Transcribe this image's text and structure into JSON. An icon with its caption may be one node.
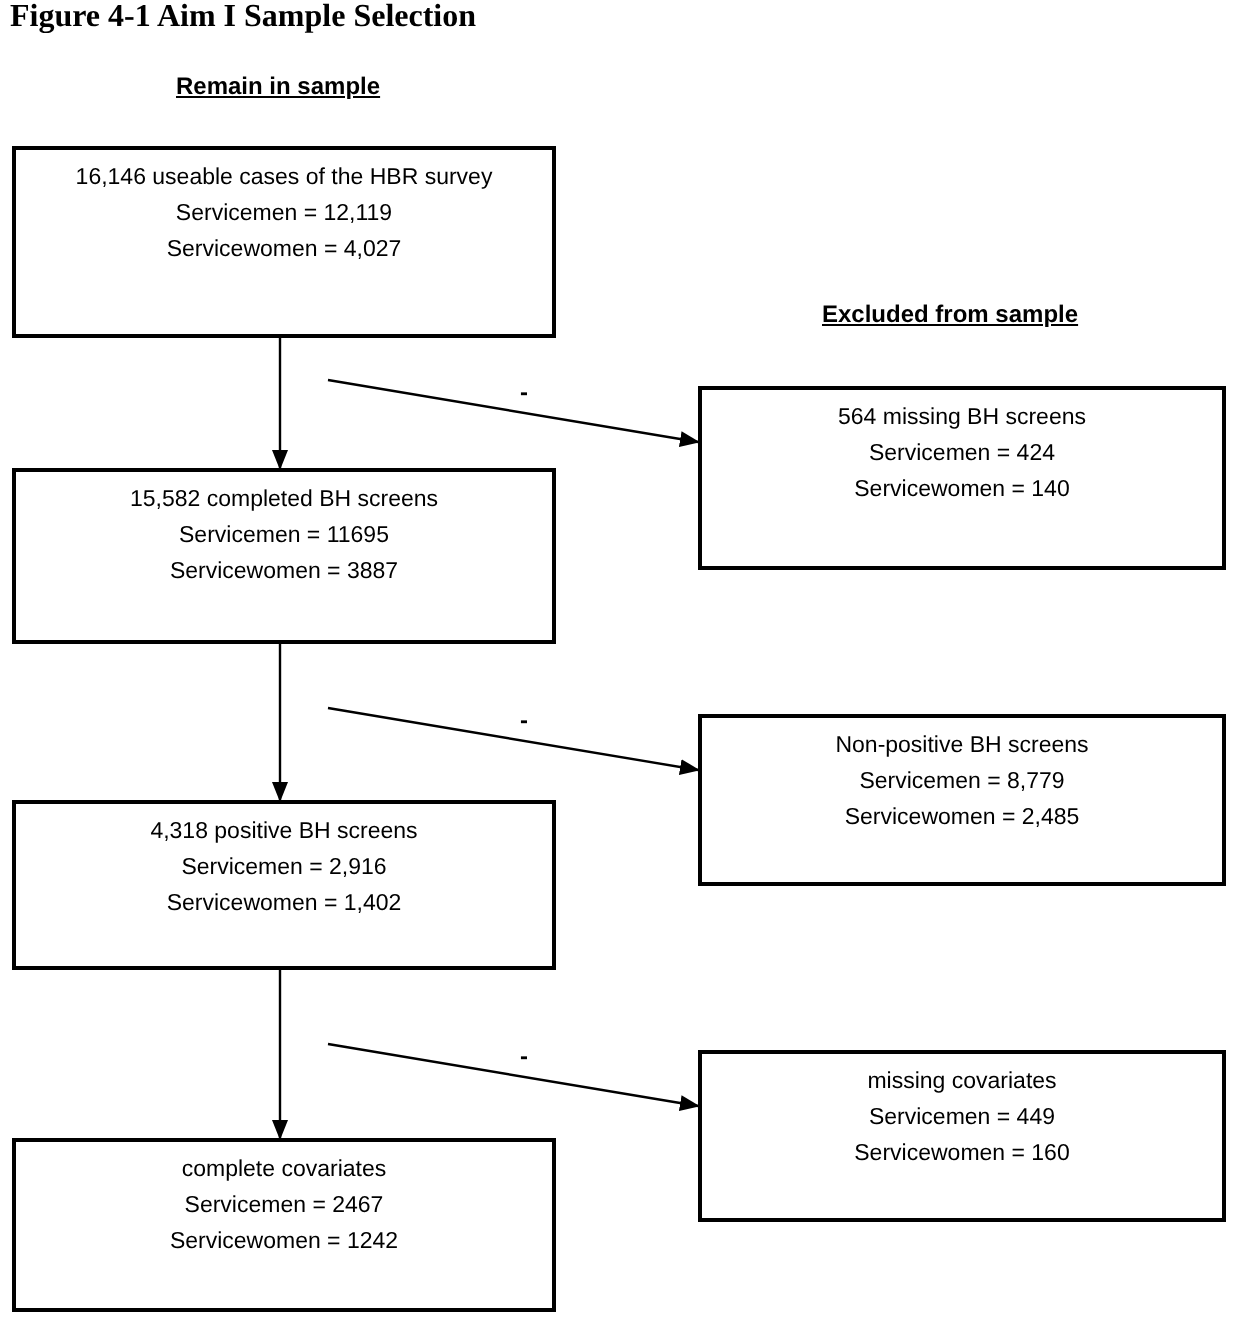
{
  "diagram": {
    "title": "Figure 4-1  Aim I Sample Selection",
    "nodes": [
      {
        "text": [
          "16,146 useable cases of the HBR survey",
          "Servicemen = 12,119",
          "Servicewomen = 4,027"
        ]
      },
      {
        "text": [
          "564 missing BH screens",
          "Servicemen = 424",
          "Servicewomen = 140"
        ]
      },
      {
        "text": [
          "15,582 completed BH screens",
          "Servicemen = 11695",
          "Servicewomen = 3887"
        ]
      },
      {
        "text": [
          "Non-positive BH screens",
          "Servicemen = 8,779",
          "Servicewomen = 2,485"
        ]
      },
      {
        "text": [
          "4,318 positive BH screens",
          "Servicemen = 2,916",
          "Servicewomen = 1,402"
        ]
      },
      {
        "text": [
          "missing covariates",
          "Servicemen = 449",
          "Servicewomen = 160"
        ]
      },
      {
        "text": [
          "complete covariates",
          "Servicemen = 2467",
          "Servicewomen = 1242"
        ]
      }
    ],
    "edges": [
      {
        "from": 0,
        "to": 2,
        "arrow": "to"
      },
      {
        "from": null,
        "to": 1,
        "arrow": "to",
        "label": "-"
      },
      {
        "from": 2,
        "to": 4,
        "arrow": "to"
      },
      {
        "from": null,
        "to": 3,
        "arrow": "to",
        "label": "-"
      },
      {
        "from": 4,
        "to": 6,
        "arrow": "to"
      },
      {
        "from": null,
        "to": 5,
        "arrow": "to",
        "label": "-"
      }
    ],
    "labels": [
      "Remain in sample",
      "Excluded from sample"
    ]
  }
}
